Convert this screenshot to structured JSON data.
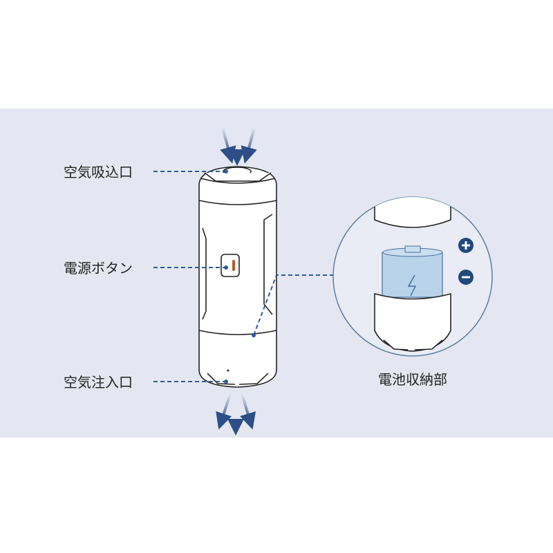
{
  "labels": {
    "air_intake": "空気吸込口",
    "power_button": "電源ボタン",
    "air_outlet": "空気注入口",
    "battery_compartment": "電池収納部"
  },
  "colors": {
    "background_band": "#e4e7f1",
    "accent": "#1f4a7c",
    "battery": "#b9d3ea",
    "power_led": "#b5582a"
  }
}
